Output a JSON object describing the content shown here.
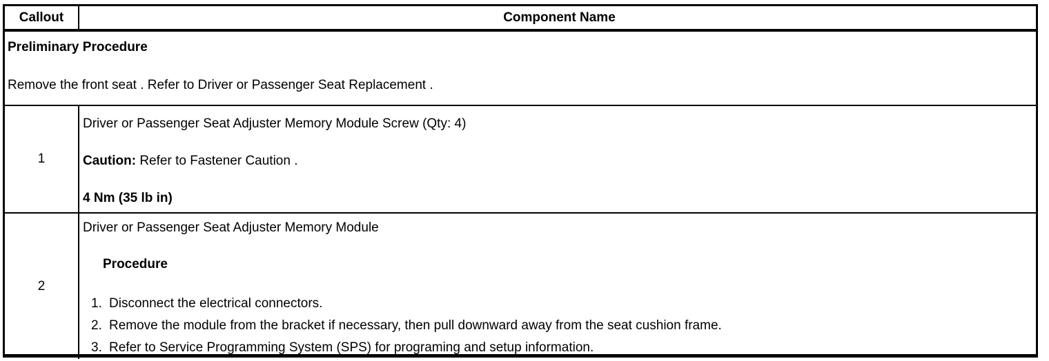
{
  "colors": {
    "border": "#000000",
    "text": "#000000",
    "background": "#ffffff"
  },
  "table": {
    "header": {
      "callout": "Callout",
      "component_name": "Component Name"
    },
    "preliminary": {
      "title": "Preliminary Procedure",
      "text": "Remove the front seat . Refer to Driver or Passenger Seat Replacement ."
    },
    "rows": [
      {
        "callout": "1",
        "component": "Driver or Passenger Seat Adjuster Memory Module Screw (Qty: 4)",
        "caution_label": "Caution:",
        "caution_text": "Refer to Fastener Caution .",
        "torque": "4 Nm (35 lb in)"
      },
      {
        "callout": "2",
        "component": "Driver or Passenger Seat Adjuster Memory Module",
        "procedure_label": "Procedure",
        "steps": [
          {
            "num": "1.",
            "text": "Disconnect the electrical connectors."
          },
          {
            "num": "2.",
            "text": "Remove the module from the bracket if necessary, then pull downward away from the seat cushion frame."
          },
          {
            "num": "3.",
            "text": "Refer to Service Programming System (SPS) for programing and setup information."
          }
        ]
      }
    ]
  }
}
